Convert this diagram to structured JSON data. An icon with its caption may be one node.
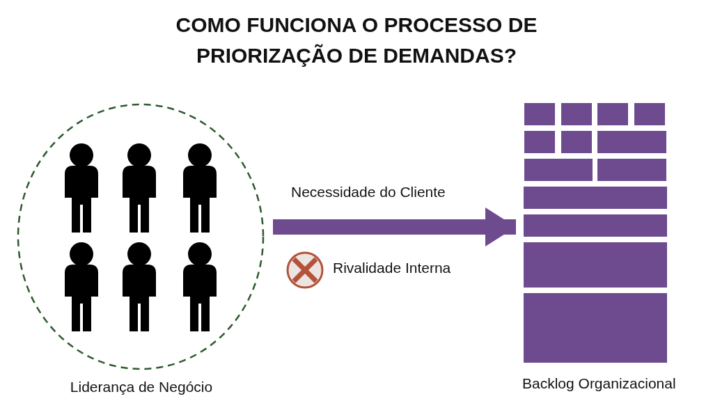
{
  "diagram": {
    "title": "COMO FUNCIONA O PROCESSO DE PRIORIZAÇÃO DE DEMANDAS?",
    "nodes": [
      {
        "text": [
          "Liderança de Negócio"
        ]
      },
      {
        "text": [
          "Backlog Organizacional"
        ]
      }
    ],
    "edges": [
      {
        "from": 0,
        "to": 1,
        "arrow": "to",
        "label": "Necessidade do Cliente"
      }
    ],
    "labels": [
      "Rivalidade Interna"
    ]
  }
}
